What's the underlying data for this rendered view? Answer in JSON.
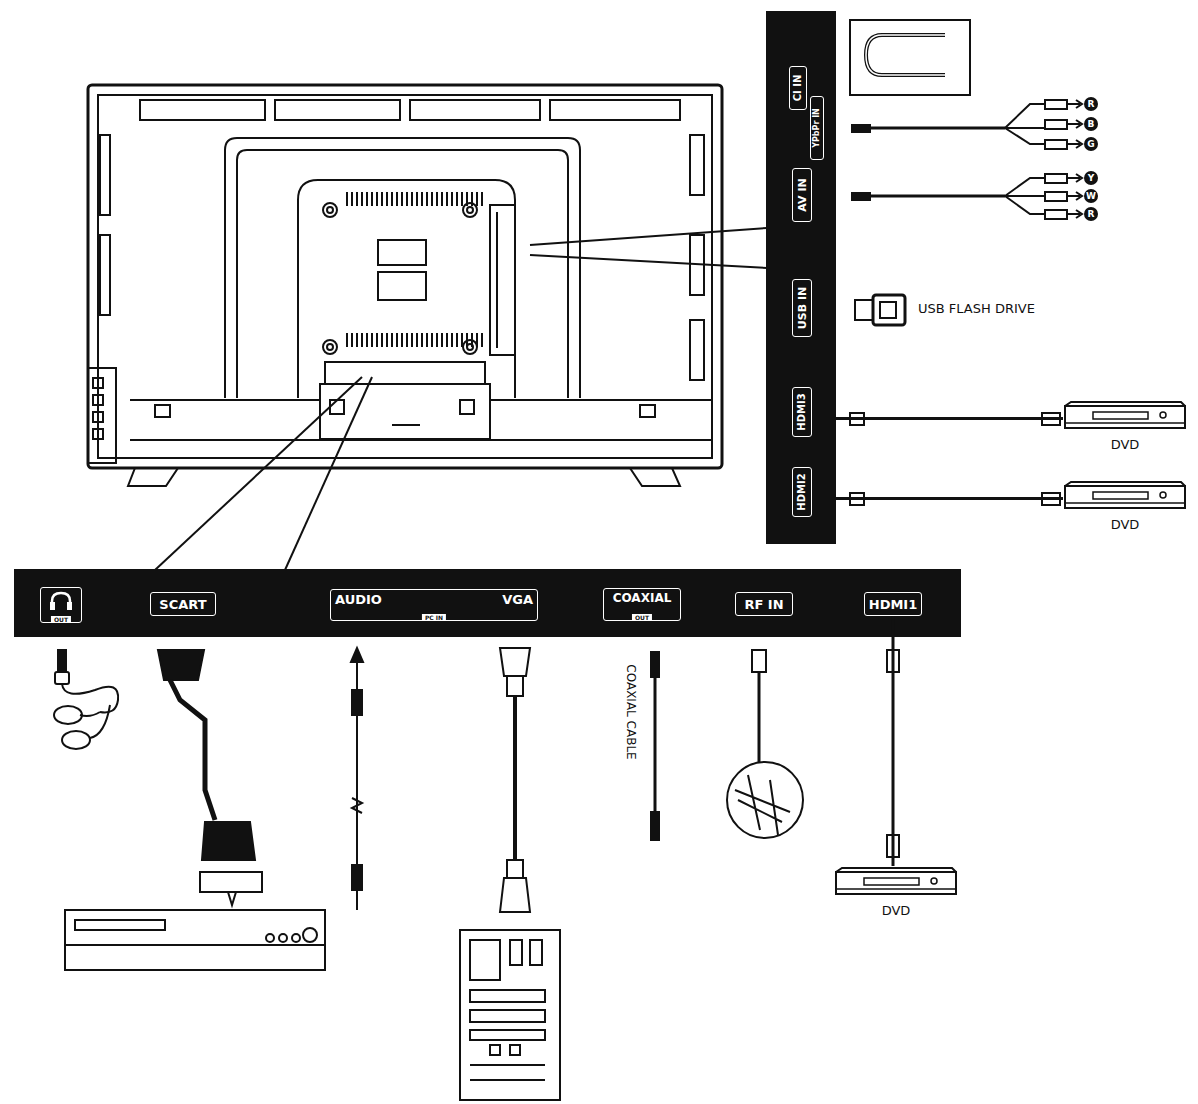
{
  "diagram": {
    "nodes": [
      {
        "text": [
          "CI IN"
        ]
      },
      {
        "text": [
          "YPbPr IN"
        ]
      },
      {
        "text": [
          "AV IN"
        ]
      },
      {
        "text": [
          "USB IN"
        ]
      },
      {
        "text": [
          "HDMI3"
        ]
      },
      {
        "text": [
          "DVD"
        ]
      },
      {
        "text": [
          "HDMI2"
        ]
      },
      {
        "text": [
          "DVD"
        ]
      },
      {
        "text": [
          "OUT"
        ]
      },
      {
        "text": [
          "SCART"
        ]
      },
      {
        "text": [
          "AUDIO",
          "VGA",
          "PC IN"
        ]
      },
      {
        "text": [
          "COAXIAL",
          "OUT"
        ]
      },
      {
        "text": [
          "RF IN"
        ]
      },
      {
        "text": [
          "HDMI1"
        ]
      },
      {
        "text": [
          "DVD"
        ]
      }
    ],
    "edges": [
      {
        "from": 4,
        "to": 5,
        "arrow": "none"
      },
      {
        "from": 6,
        "to": 7,
        "arrow": "none"
      },
      {
        "from": 13,
        "to": 14,
        "arrow": "none"
      }
    ],
    "labels": [
      "R",
      "B",
      "G",
      "Y",
      "W",
      "R",
      "USB FLASH DRIVE",
      "COAXIAL CABLE"
    ]
  }
}
